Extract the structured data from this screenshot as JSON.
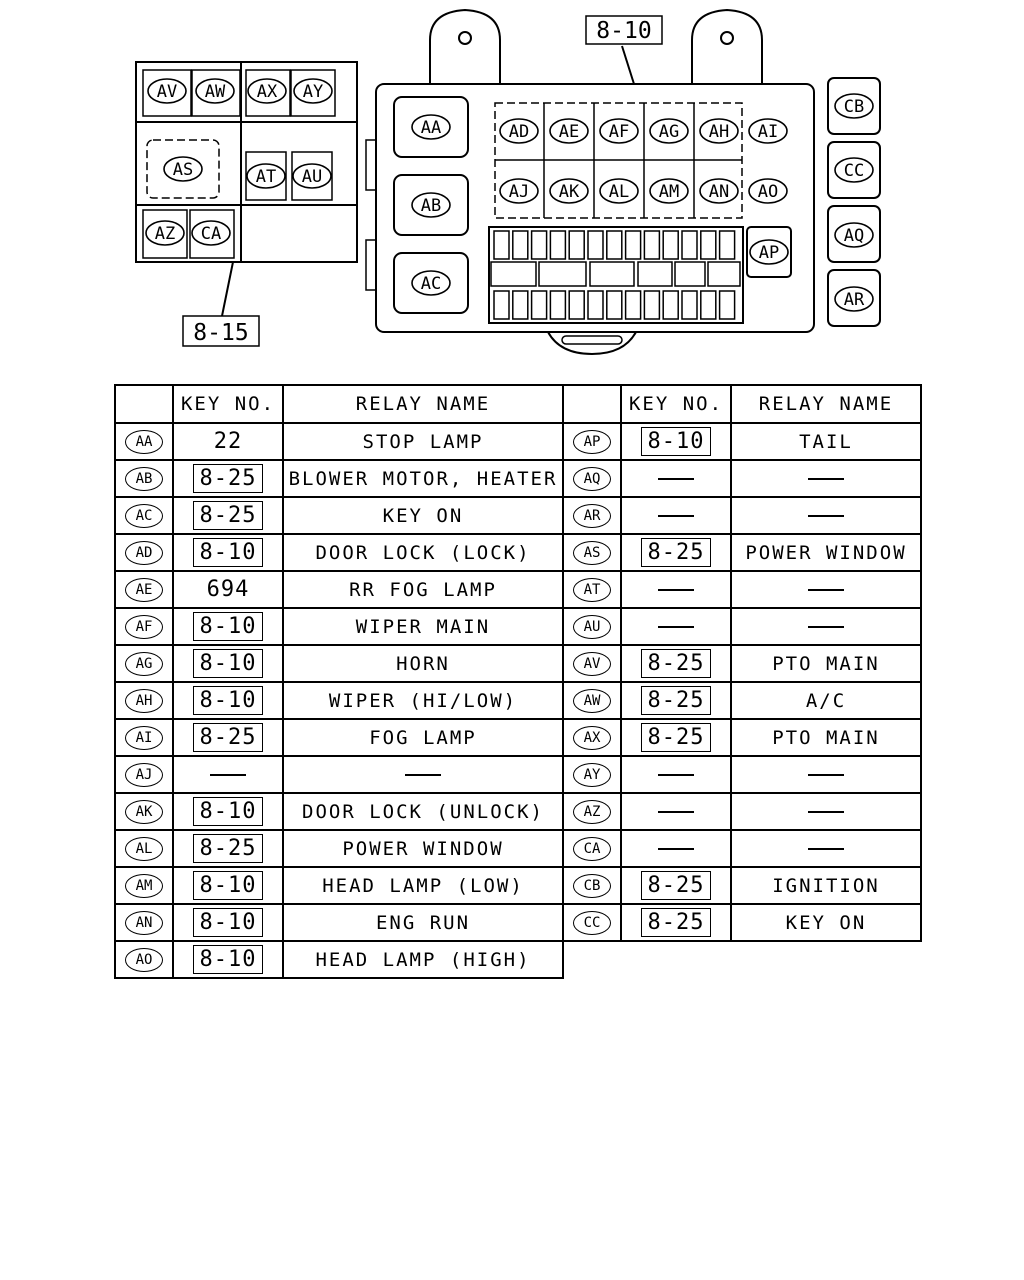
{
  "diagram": {
    "callouts": [
      "8-10",
      "8-15"
    ],
    "left_block_relays": [
      "AV",
      "AW",
      "AX",
      "AY",
      "AS",
      "AT",
      "AU",
      "AZ",
      "CA"
    ],
    "main_block_large_relays": [
      "AA",
      "AB",
      "AC"
    ],
    "main_block_small_relays_top": [
      "AD",
      "AE",
      "AF",
      "AG",
      "AH",
      "AI"
    ],
    "main_block_small_relays_bottom": [
      "AJ",
      "AK",
      "AL",
      "AM",
      "AN",
      "AO"
    ],
    "main_block_right_relay": "AP",
    "side_relays": [
      "CB",
      "CC",
      "AQ",
      "AR"
    ]
  },
  "table": {
    "headers": {
      "key_no": "KEY NO.",
      "relay_name": "RELAY NAME"
    },
    "left_rows": [
      {
        "id": "AA",
        "key": "22",
        "boxed": false,
        "name": "STOP LAMP"
      },
      {
        "id": "AB",
        "key": "8-25",
        "boxed": true,
        "name": "BLOWER MOTOR, HEATER"
      },
      {
        "id": "AC",
        "key": "8-25",
        "boxed": true,
        "name": "KEY ON"
      },
      {
        "id": "AD",
        "key": "8-10",
        "boxed": true,
        "name": "DOOR LOCK (LOCK)"
      },
      {
        "id": "AE",
        "key": "694",
        "boxed": false,
        "name": "RR FOG LAMP"
      },
      {
        "id": "AF",
        "key": "8-10",
        "boxed": true,
        "name": "WIPER MAIN"
      },
      {
        "id": "AG",
        "key": "8-10",
        "boxed": true,
        "name": "HORN"
      },
      {
        "id": "AH",
        "key": "8-10",
        "boxed": true,
        "name": "WIPER (HI/LOW)"
      },
      {
        "id": "AI",
        "key": "8-25",
        "boxed": true,
        "name": "FOG LAMP"
      },
      {
        "id": "AJ",
        "key": "",
        "boxed": false,
        "name": ""
      },
      {
        "id": "AK",
        "key": "8-10",
        "boxed": true,
        "name": "DOOR LOCK (UNLOCK)"
      },
      {
        "id": "AL",
        "key": "8-25",
        "boxed": true,
        "name": "POWER WINDOW"
      },
      {
        "id": "AM",
        "key": "8-10",
        "boxed": true,
        "name": "HEAD LAMP (LOW)"
      },
      {
        "id": "AN",
        "key": "8-10",
        "boxed": true,
        "name": "ENG RUN"
      },
      {
        "id": "AO",
        "key": "8-10",
        "boxed": true,
        "name": "HEAD LAMP (HIGH)"
      }
    ],
    "right_rows": [
      {
        "id": "AP",
        "key": "8-10",
        "boxed": true,
        "name": "TAIL"
      },
      {
        "id": "AQ",
        "key": "",
        "boxed": false,
        "name": ""
      },
      {
        "id": "AR",
        "key": "",
        "boxed": false,
        "name": ""
      },
      {
        "id": "AS",
        "key": "8-25",
        "boxed": true,
        "name": "POWER WINDOW"
      },
      {
        "id": "AT",
        "key": "",
        "boxed": false,
        "name": ""
      },
      {
        "id": "AU",
        "key": "",
        "boxed": false,
        "name": ""
      },
      {
        "id": "AV",
        "key": "8-25",
        "boxed": true,
        "name": "PTO MAIN"
      },
      {
        "id": "AW",
        "key": "8-25",
        "boxed": true,
        "name": "A/C"
      },
      {
        "id": "AX",
        "key": "8-25",
        "boxed": true,
        "name": "PTO MAIN"
      },
      {
        "id": "AY",
        "key": "",
        "boxed": false,
        "name": ""
      },
      {
        "id": "AZ",
        "key": "",
        "boxed": false,
        "name": ""
      },
      {
        "id": "CA",
        "key": "",
        "boxed": false,
        "name": ""
      },
      {
        "id": "CB",
        "key": "8-25",
        "boxed": true,
        "name": "IGNITION"
      },
      {
        "id": "CC",
        "key": "8-25",
        "boxed": true,
        "name": "KEY ON"
      }
    ]
  }
}
